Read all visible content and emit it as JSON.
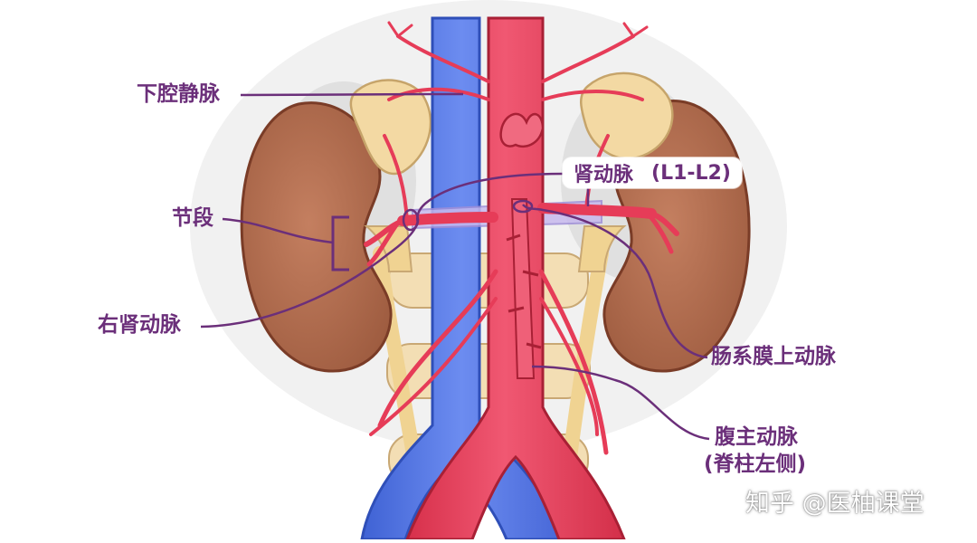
{
  "labels": {
    "ivc": "下腔静脉",
    "segments": "节段",
    "right_renal_artery": "右肾动脉",
    "renal_artery": "肾动脉",
    "renal_level": "(L1-L2)",
    "sma": "肠系膜上动脉",
    "aorta": "腹主动脉",
    "aorta_note": "(脊柱左侧)"
  },
  "watermark": "知乎 @医柚课堂",
  "colors": {
    "label_text": "#6b2f7a",
    "leader_line": "#6b2f7a",
    "artery": "#e8415a",
    "vein": "#5577e6",
    "kidney": "#b06a4c",
    "adrenal": "#f1d59b",
    "background_tissue": "#d8d8d8"
  }
}
